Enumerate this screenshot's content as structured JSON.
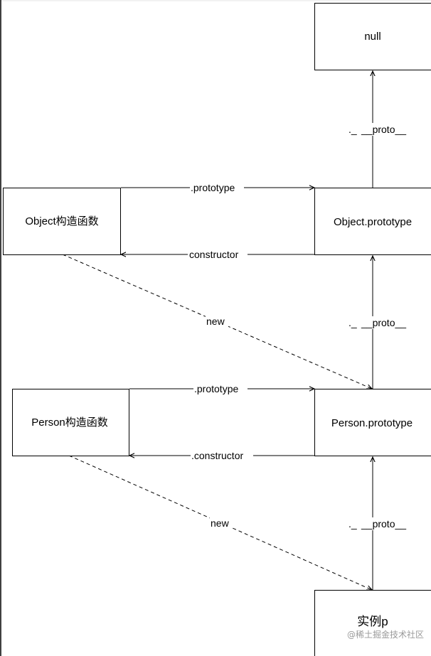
{
  "nodes": {
    "null": "null",
    "object_ctor": "Object构造函数",
    "object_proto": "Object.prototype",
    "person_ctor": "Person构造函数",
    "person_proto": "Person.prototype",
    "instance": "实例p"
  },
  "edges": {
    "obj_proto_to_null": "__proto__",
    "obj_prototype": ".prototype",
    "obj_constructor": "constructor",
    "obj_new": "new",
    "person_proto_to_obj": "__proto__",
    "person_prototype": ".prototype",
    "person_constructor": ".constructor",
    "person_new": "new",
    "instance_proto": "__proto__"
  },
  "watermark": "@稀土掘金技术社区"
}
